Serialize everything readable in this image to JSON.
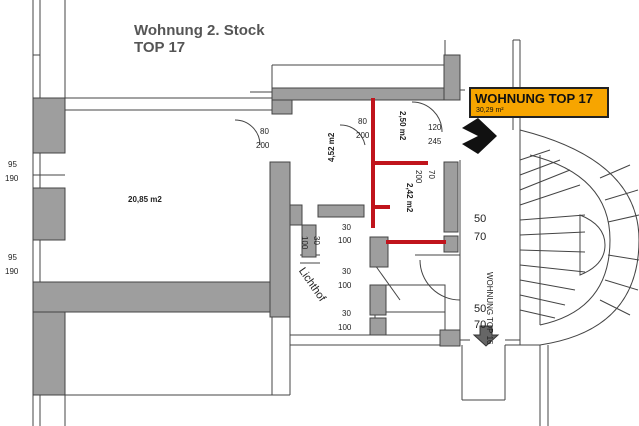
{
  "header": {
    "title_line1": "Wohnung 2. Stock",
    "title_line2": "TOP 17"
  },
  "apartment_label": {
    "title": "WOHNUNG TOP 17",
    "area": "30,29 m²"
  },
  "rooms": {
    "main_room_area": "20,85 m2",
    "corridor_area": "4,52 m2",
    "bath_area": "2,50 m2",
    "wc_area": "2,42 m2",
    "courtyard": "Lichthof",
    "neighbor_unit": "WOHNUNG TOP 16"
  },
  "dimensions": {
    "window1_width": "95",
    "window1_height": "190",
    "window2_width": "95",
    "window2_height": "190",
    "door_main_w": "80",
    "door_main_h": "200",
    "door_bath_w": "80",
    "door_bath_h": "200",
    "door_entry_w": "120",
    "door_entry_h": "245",
    "door_wc_w": "70",
    "door_wc_h": "200",
    "win_a_w": "30",
    "win_a_h": "100",
    "door_small_w": "30",
    "door_small_h": "100",
    "win_b_w": "30",
    "win_b_h": "100",
    "win_c_w": "30",
    "win_c_h": "100",
    "opening_right1_w": "50",
    "opening_right1_h": "70",
    "opening_right2_w": "50",
    "opening_right2_h": "70"
  },
  "colors": {
    "wall_fill": "#9e9e9e",
    "partition": "#c0141c",
    "label_bg": "#f7a500"
  },
  "icons": {
    "entry_arrow": "arrow-right-icon",
    "exit_arrow": "arrow-down-icon"
  }
}
